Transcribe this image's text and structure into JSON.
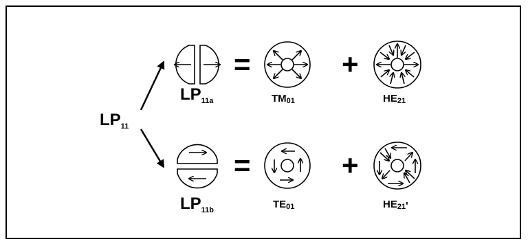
{
  "source_label": {
    "main": "LP",
    "sub": "11"
  },
  "rows": [
    {
      "lp_label": {
        "main": "LP",
        "sub": "11a"
      },
      "equals": "=",
      "plus": "+",
      "mode1": {
        "main": "TM",
        "sub": "01",
        "prime": ""
      },
      "mode2": {
        "main": "HE",
        "sub": "21",
        "prime": ""
      }
    },
    {
      "lp_label": {
        "main": "LP",
        "sub": "11b"
      },
      "equals": "=",
      "plus": "+",
      "mode1": {
        "main": "TE",
        "sub": "01",
        "prime": ""
      },
      "mode2": {
        "main": "HE",
        "sub": "21",
        "prime": "'"
      }
    }
  ],
  "colors": {
    "stroke": "#000000",
    "background": "#ffffff"
  },
  "icons": {
    "lp11a": "split-vertical-half-discs-horizontal-arrows-icon",
    "lp11b": "split-horizontal-half-discs-antiparallel-arrows-icon",
    "tm01": "radial-outward-field-icon",
    "he21": "hybrid-quadrupole-field-icon",
    "te01": "azimuthal-field-icon",
    "he21prime": "rotated-hybrid-field-icon"
  }
}
